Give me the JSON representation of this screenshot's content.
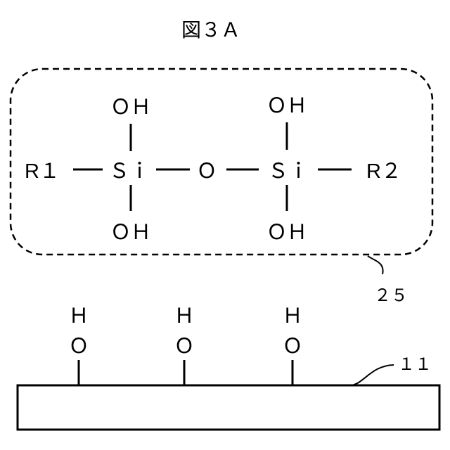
{
  "figure": {
    "title": "図３Ａ"
  },
  "molecule": {
    "r1": "R１",
    "r2": "R２",
    "si_left": "Ｓｉ",
    "si_right": "Ｓｉ",
    "o_bridge": "Ｏ",
    "oh_top_left": "ＯＨ",
    "oh_top_right": "ＯＨ",
    "oh_bottom_left": "ＯＨ",
    "oh_bottom_right": "ＯＨ"
  },
  "surface": {
    "groups": [
      {
        "h": "Ｈ",
        "o": "Ｏ"
      },
      {
        "h": "Ｈ",
        "o": "Ｏ"
      },
      {
        "h": "Ｈ",
        "o": "Ｏ"
      }
    ]
  },
  "refs": {
    "molecule_ref": "２５",
    "substrate_ref": "１１"
  }
}
